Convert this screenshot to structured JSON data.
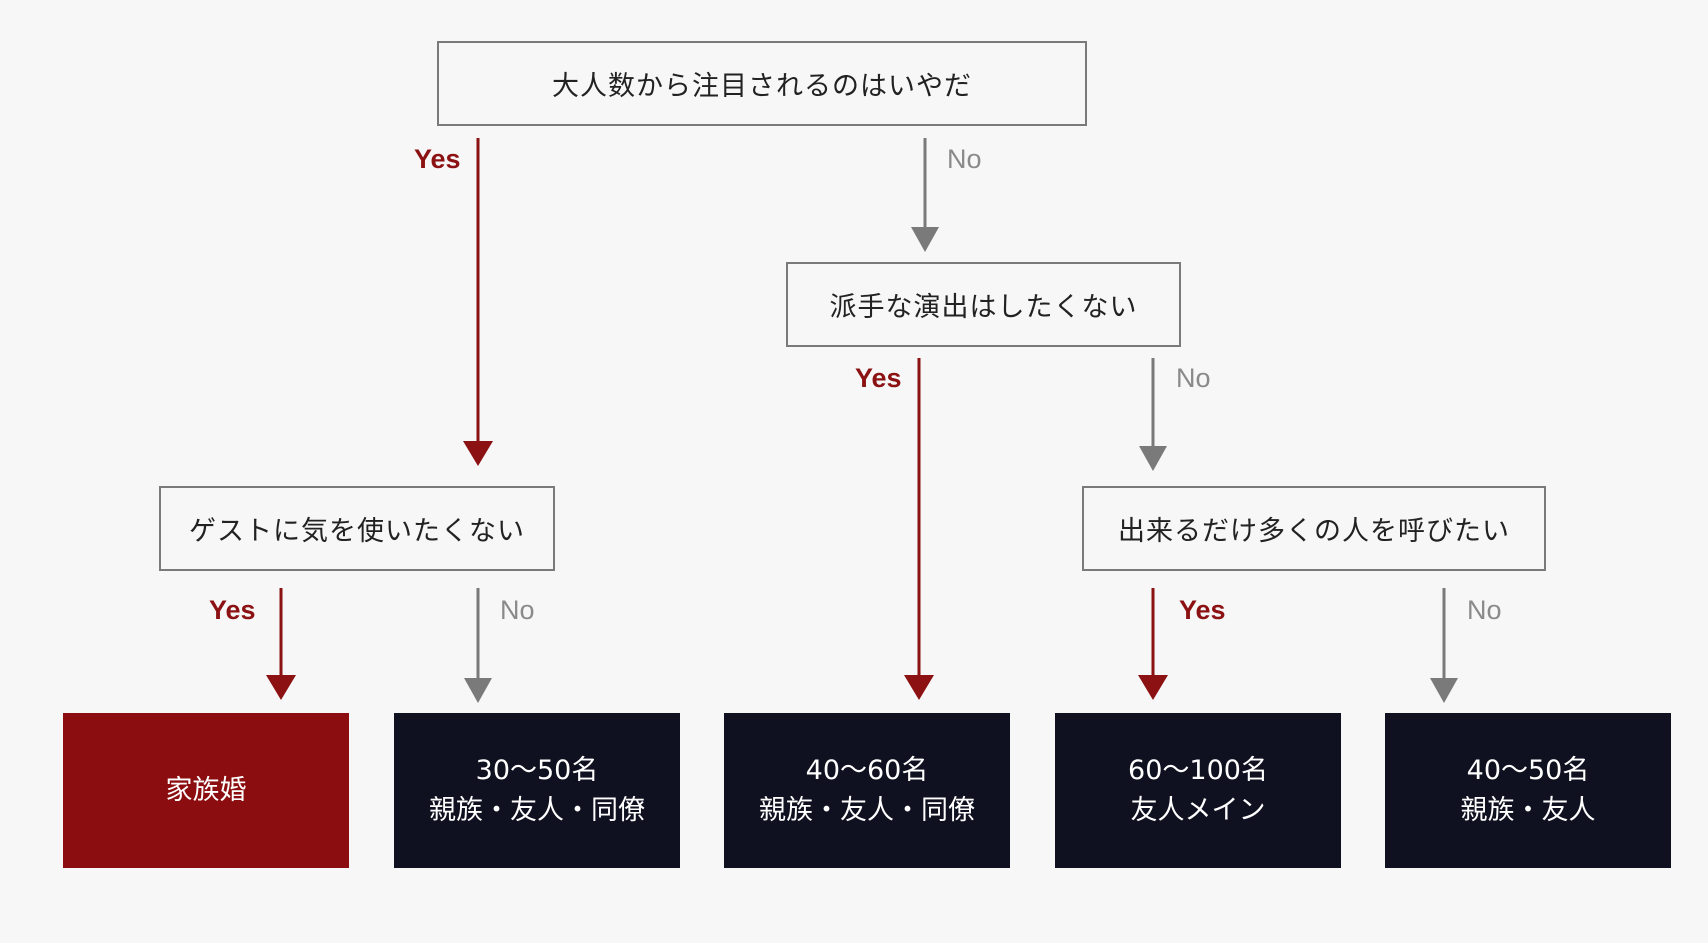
{
  "colors": {
    "background": "#f7f7f7",
    "yes": "#8b1113",
    "no": "#7a7a7a",
    "question_border": "#7a7a7a",
    "result_highlight": "#8b0d0f",
    "result_default": "#0f1120"
  },
  "questions": {
    "q1": "大人数から注目されるのはいやだ",
    "q2": "派手な演出はしたくない",
    "q3": "ゲストに気を使いたくない",
    "q4": "出来るだけ多くの人を呼びたい"
  },
  "labels": {
    "yes": "Yes",
    "no": "No"
  },
  "results": [
    {
      "line1": "家族婚",
      "line2": "",
      "highlight": true
    },
    {
      "line1": "30〜50名",
      "line2": "親族・友人・同僚",
      "highlight": false
    },
    {
      "line1": "40〜60名",
      "line2": "親族・友人・同僚",
      "highlight": false
    },
    {
      "line1": "60〜100名",
      "line2": "友人メイン",
      "highlight": false
    },
    {
      "line1": "40〜50名",
      "line2": "親族・友人",
      "highlight": false
    }
  ]
}
